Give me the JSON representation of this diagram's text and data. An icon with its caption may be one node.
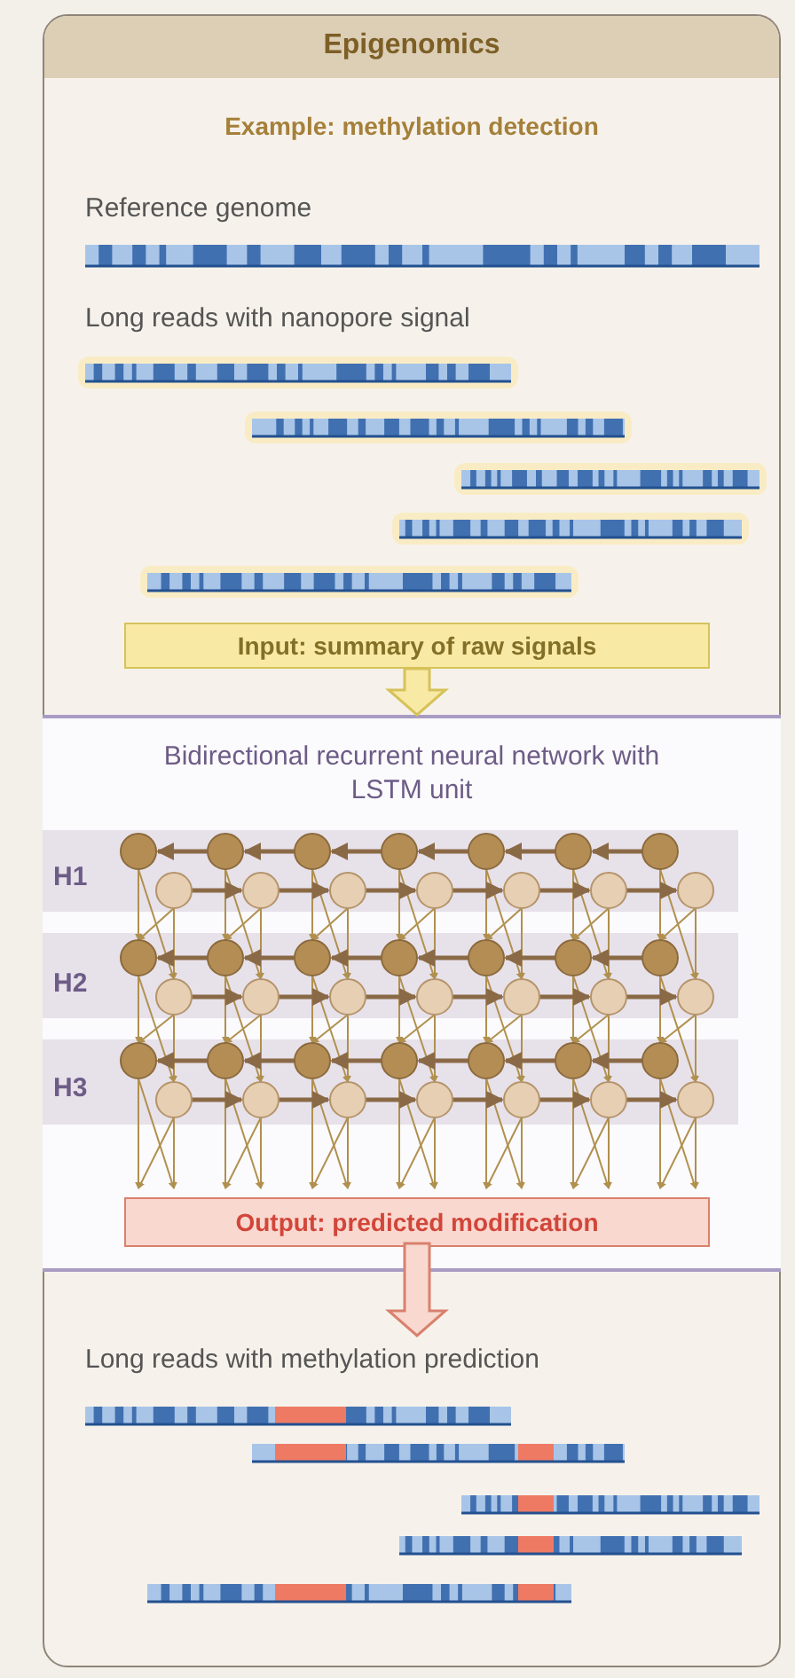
{
  "diagram": {
    "title": "Epigenomics",
    "nodes": [
      {
        "text": [
          "Input: summary of raw signals"
        ]
      },
      {
        "text": [
          "Bidirectional recurrent neural network with LSTM unit"
        ]
      },
      {
        "text": [
          "Output: predicted modification"
        ],
        "in": 1
      },
      {
        "text": [
          "Long reads with methylation prediction"
        ]
      }
    ],
    "edges": [
      {
        "from": 0,
        "to": 1,
        "arrow": "to",
        "color": "#d6c25a"
      },
      {
        "from": 2,
        "to": 3,
        "arrow": "to",
        "color": "#d9806e"
      }
    ],
    "labels": [
      "Example: methylation detection",
      "Reference genome",
      "Long reads with nanopore signal",
      "H1",
      "H2",
      "H3"
    ]
  }
}
